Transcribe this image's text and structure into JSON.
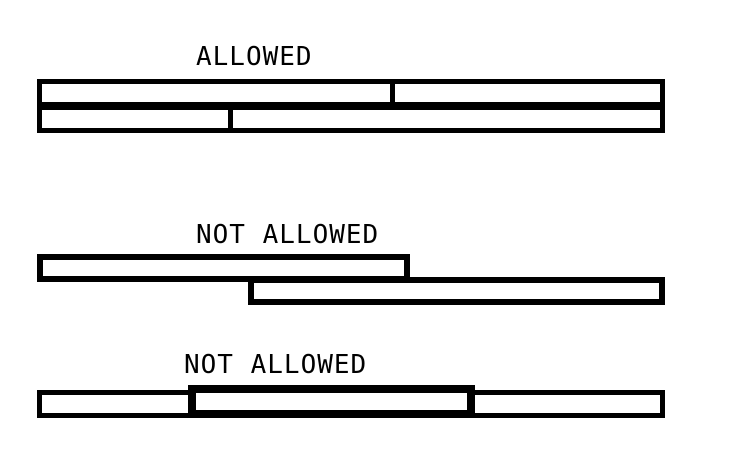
{
  "diagram": {
    "title_hint": "interval overlap rules diagram",
    "background_color": "#ffffff",
    "stroke_color": "#000000",
    "sections": [
      {
        "id": "allowed",
        "label": "ALLOWED",
        "description": "two stacked full-width rows, each divided into two abutting segments (split points differ per row)"
      },
      {
        "id": "not-allowed-offset",
        "label": "NOT ALLOWED",
        "description": "two bars on different rows whose horizontal ranges overlap"
      },
      {
        "id": "not-allowed-contained",
        "label": "NOT ALLOWED",
        "description": "a thick-bordered segment overlapping the middle of a full-width bar"
      }
    ]
  }
}
